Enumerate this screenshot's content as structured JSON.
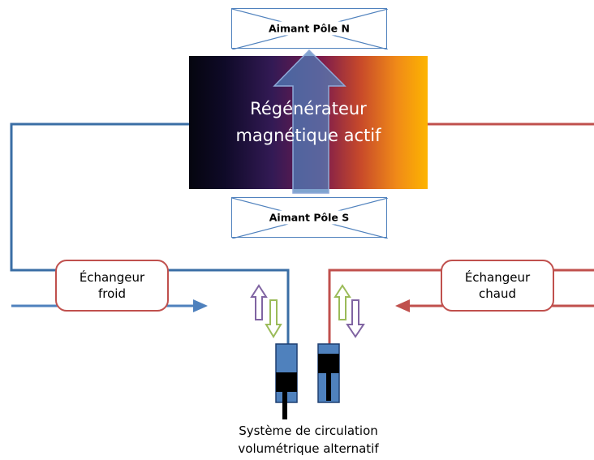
{
  "magnet_north": {
    "label": "Aimant Pôle N"
  },
  "magnet_south": {
    "label": "Aimant Pôle S"
  },
  "regenerator": {
    "line1": "Régénérateur",
    "line2": "magnétique actif"
  },
  "cold_exchanger": {
    "line1": "Échangeur",
    "line2": "froid"
  },
  "hot_exchanger": {
    "line1": "Échangeur",
    "line2": "chaud"
  },
  "circulation_system": {
    "line1": "Système de circulation",
    "line2": "volumétrique alternatif"
  },
  "colors": {
    "cold_loop": "#3a6ea5",
    "hot_loop": "#c0504d",
    "piston_blue": "#4f81bd",
    "arrow_purple": "#8064a2",
    "arrow_green": "#9bbb59"
  }
}
